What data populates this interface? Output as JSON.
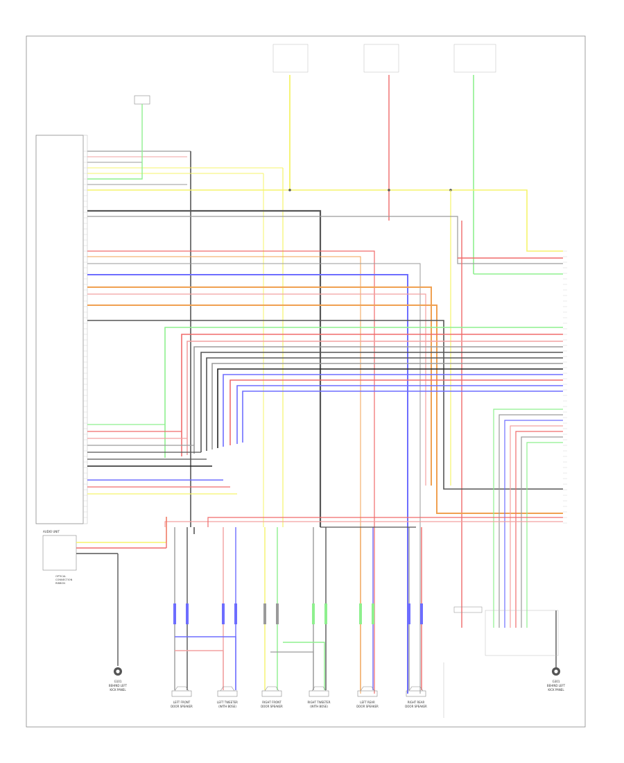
{
  "diagram": {
    "footer_left": "",
    "footer_right": "",
    "amp_labels": [
      "",
      "",
      "",
      "",
      "",
      "",
      "",
      "",
      "",
      "",
      "",
      "",
      "",
      "",
      "",
      "",
      "",
      "",
      "",
      "",
      "",
      "",
      "",
      "",
      "",
      ""
    ],
    "speakers": [
      {
        "line1": "LEFT FRONT",
        "line2": "DOOR SPEAKER"
      },
      {
        "line1": "LEFT TWEETER",
        "line2": "(WITH BOSE)"
      },
      {
        "line1": "RIGHT FRONT",
        "line2": "DOOR SPEAKER"
      },
      {
        "line1": "RIGHT TWEETER",
        "line2": "(WITH BOSE)"
      },
      {
        "line1": "LEFT REAR",
        "line2": "DOOR SPEAKER"
      },
      {
        "line1": "RIGHT REAR",
        "line2": "DOOR SPEAKER"
      }
    ],
    "optional_box": {
      "title": "AUDIO UNIT",
      "line1": "OPTICAL",
      "line2": "CONNECTION",
      "line3": "RIBBON"
    },
    "ground_left": {
      "line1": "G101",
      "line2": "BEHIND LEFT",
      "line3": "KICK PANEL"
    },
    "ground_right": {
      "line1": "G301",
      "line2": "BEHIND LEFT",
      "line3": "KICK PANEL"
    },
    "colors": {
      "yellow": "#f5f36a",
      "red": "#f06a6a",
      "blue": "#6d6dff",
      "green": "#8ef08e",
      "orange": "#f0a050",
      "gray": "#9a9a9a",
      "dark": "#555555",
      "black": "#222222",
      "pink": "#f2a0a0"
    }
  }
}
